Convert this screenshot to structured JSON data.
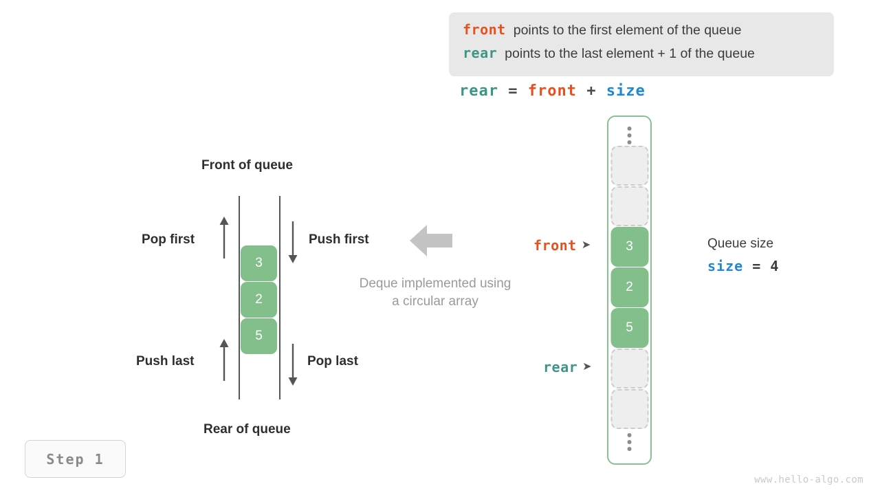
{
  "info_box": {
    "lines": [
      {
        "keyword": "front",
        "keyword_color": "#e8511f",
        "text": "points to the first element of the queue"
      },
      {
        "keyword": "rear",
        "keyword_color": "#3d9586",
        "text": "points to the last element + 1 of the queue"
      }
    ]
  },
  "formula": {
    "rear": "rear",
    "equals": "=",
    "front": "front",
    "plus": "+",
    "size": "size"
  },
  "deque": {
    "title_top": "Front of queue",
    "title_bottom": "Rear of queue",
    "labels": {
      "pop_first": "Pop first",
      "push_first": "Push first",
      "push_last": "Push last",
      "pop_last": "Pop last"
    },
    "cells": [
      "3",
      "2",
      "5"
    ],
    "note_line1": "Deque implemented using",
    "note_line2": "a circular array"
  },
  "array": {
    "ellipsis_top": "vertical-ellipsis",
    "ellipsis_bottom": "vertical-ellipsis",
    "slots": [
      {
        "value": "",
        "state": "empty"
      },
      {
        "value": "",
        "state": "empty"
      },
      {
        "value": "3",
        "state": "filled"
      },
      {
        "value": "2",
        "state": "filled"
      },
      {
        "value": "5",
        "state": "filled"
      },
      {
        "value": "",
        "state": "empty"
      },
      {
        "value": "",
        "state": "empty"
      }
    ],
    "pointers": {
      "front": {
        "label": "front",
        "head": "➤",
        "color": "#e8511f"
      },
      "rear": {
        "label": "rear",
        "head": "➤",
        "color": "#3d9586"
      }
    }
  },
  "size_caption": {
    "caption": "Queue size",
    "var": "size",
    "equals": "=",
    "value": "4"
  },
  "step_badge": {
    "label": "Step 1"
  },
  "watermark": {
    "text": "www.hello-algo.com"
  },
  "colors": {
    "green_fill": "#82bf8a",
    "green_border": "#85c28d",
    "orange": "#e8511f",
    "teal": "#3d9586",
    "blue": "#1e87d6",
    "gray_text": "#9a9a9a",
    "panel_bg": "#e8e8e8"
  }
}
